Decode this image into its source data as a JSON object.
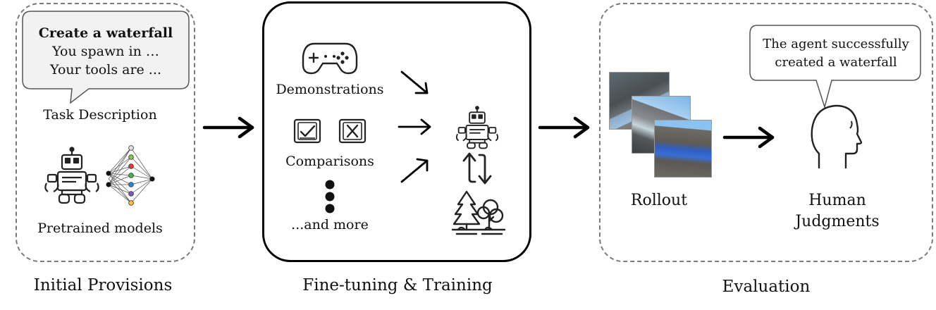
{
  "sections": {
    "initial_provisions": "Initial Provisions",
    "fine_tuning": "Fine-tuning & Training",
    "evaluation": "Evaluation"
  },
  "initial": {
    "bubble": {
      "line1": "Create a waterfall",
      "line2": "You spawn in …",
      "line3": "Your tools are ..."
    },
    "task_description": "Task Description",
    "pretrained_models": "Pretrained models"
  },
  "training": {
    "demonstrations": "Demonstrations",
    "comparisons": "Comparisons",
    "and_more": "...and more"
  },
  "evaluation": {
    "rollout": "Rollout",
    "human_line1": "Human",
    "human_line2": "Judgments",
    "bubble_line1": "The agent successfully",
    "bubble_line2": "created a waterfall"
  },
  "icons": {
    "robot": "robot-icon",
    "network": "neural-network-icon",
    "gamepad": "gamepad-icon",
    "check": "checkbox-check-icon",
    "cross": "checkbox-cross-icon",
    "loop": "loop-arrows-icon",
    "trees": "environment-trees-icon",
    "head": "human-head-icon"
  },
  "colors": {
    "line": "#000000",
    "dashed_border": "#7a7a7a",
    "network_nodes": [
      "#9e9e9e",
      "#8bc34a",
      "#e53935",
      "#4caf50",
      "#1e88e5",
      "#7e57c2",
      "#fbc02d"
    ]
  }
}
